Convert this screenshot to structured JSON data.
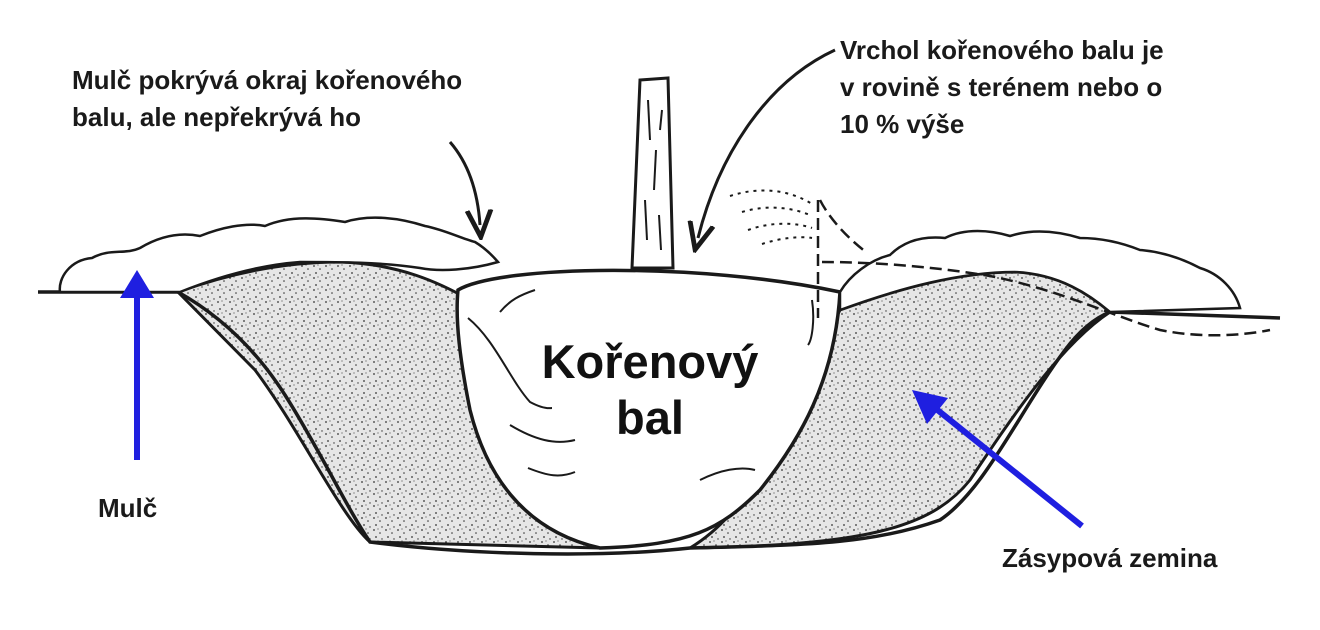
{
  "labels": {
    "mulch_edge": "Mulč pokrývá okraj kořenového\nbalu, ale nepřekrývá ho",
    "rootball_top": "Vrchol kořenového balu je\nv rovině s terénem nebo o\n10 % výše",
    "rootball": "Kořenový\nbal",
    "mulch": "Mulč",
    "backfill": "Zásypová zemina"
  },
  "colors": {
    "ink": "#1a1a1a",
    "pointer_arrows": "#1f1fe0",
    "backfill_fill": "#e4e4e4",
    "rootball_fill": "#ffffff"
  },
  "icons": {
    "pointer": "arrow-icon"
  }
}
